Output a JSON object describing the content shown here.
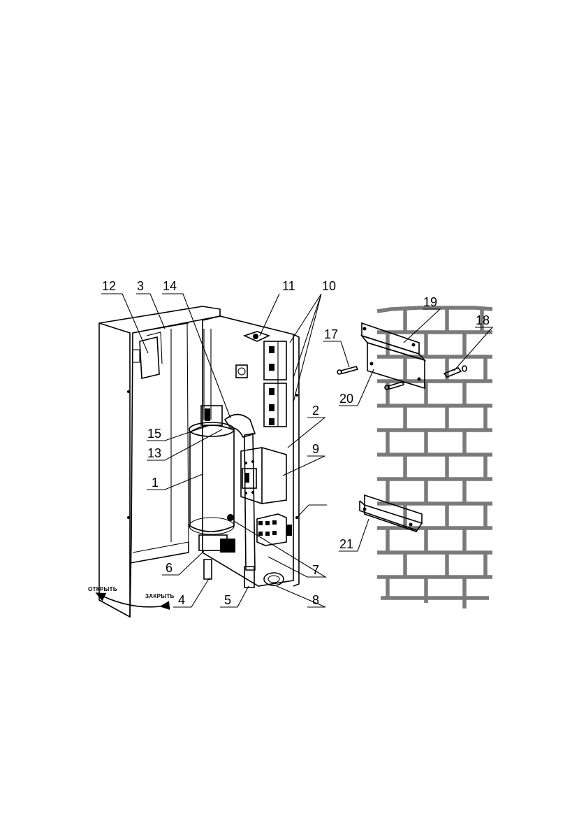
{
  "callouts": [
    {
      "id": "c12",
      "text": "12"
    },
    {
      "id": "c3",
      "text": "3"
    },
    {
      "id": "c14",
      "text": "14"
    },
    {
      "id": "c11",
      "text": "11"
    },
    {
      "id": "c10",
      "text": "10"
    },
    {
      "id": "c19",
      "text": "19"
    },
    {
      "id": "c18",
      "text": "18"
    },
    {
      "id": "c17",
      "text": "17"
    },
    {
      "id": "c20",
      "text": "20"
    },
    {
      "id": "c2",
      "text": "2"
    },
    {
      "id": "c15",
      "text": "15"
    },
    {
      "id": "c13",
      "text": "13"
    },
    {
      "id": "c9",
      "text": "9"
    },
    {
      "id": "c1",
      "text": "1"
    },
    {
      "id": "c21",
      "text": "21"
    },
    {
      "id": "c6",
      "text": "6"
    },
    {
      "id": "c7",
      "text": "7"
    },
    {
      "id": "c4",
      "text": "4"
    },
    {
      "id": "c5",
      "text": "5"
    },
    {
      "id": "c8",
      "text": "8"
    }
  ],
  "door_labels": {
    "open": "ОТКРЫТЬ",
    "close": "ЗАКРЫТЬ"
  }
}
